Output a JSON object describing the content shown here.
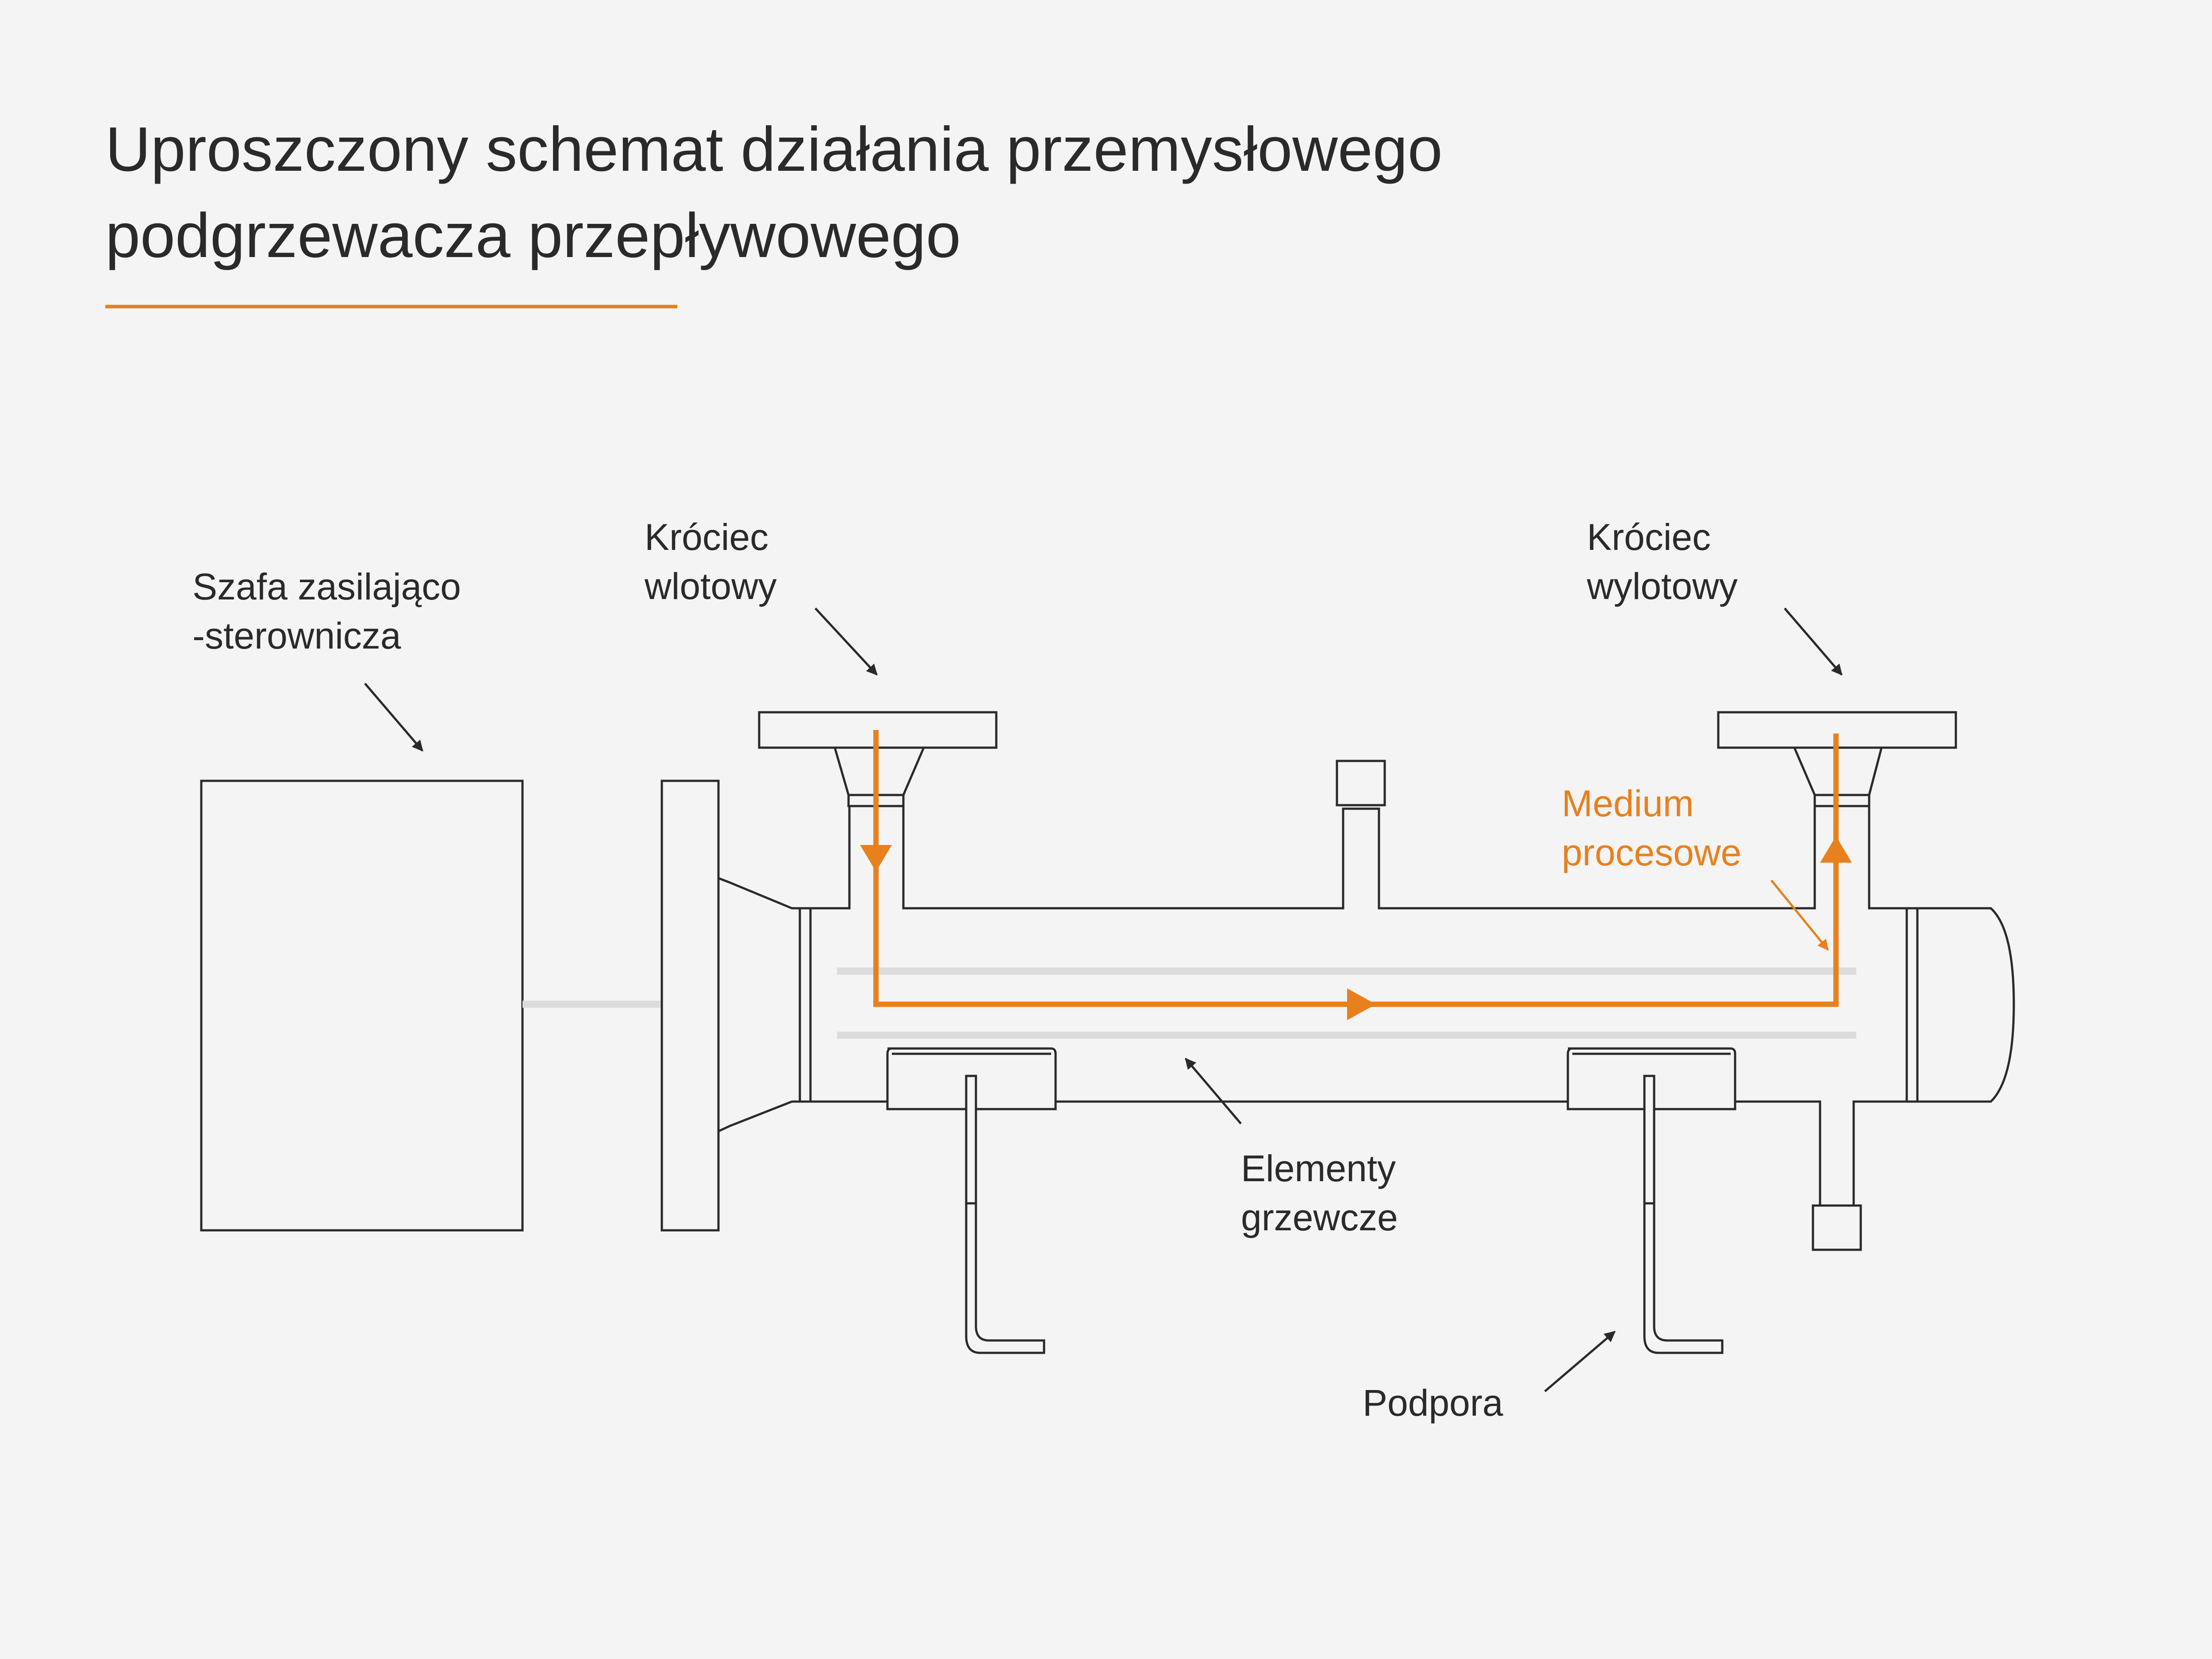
{
  "title": {
    "line1": "Uproszczony schemat działania przemysłowego",
    "line2": "podgrzewacza przepływowego"
  },
  "labels": {
    "cabinet": {
      "line1": "Szafa zasilająco",
      "line2": "-sterownicza"
    },
    "inlet": {
      "line1": "Króciec",
      "line2": "wlotowy"
    },
    "outlet": {
      "line1": "Króciec",
      "line2": "wylotowy"
    },
    "medium": {
      "line1": "Medium",
      "line2": "procesowe"
    },
    "heating": {
      "line1": "Elementy",
      "line2": "grzewcze"
    },
    "support": {
      "line1": "Podpora"
    }
  },
  "colors": {
    "accent": "#e8801e",
    "ink": "#2a2a2a",
    "background": "#f4f4f4",
    "heating_rod": "#dcdcdc"
  }
}
